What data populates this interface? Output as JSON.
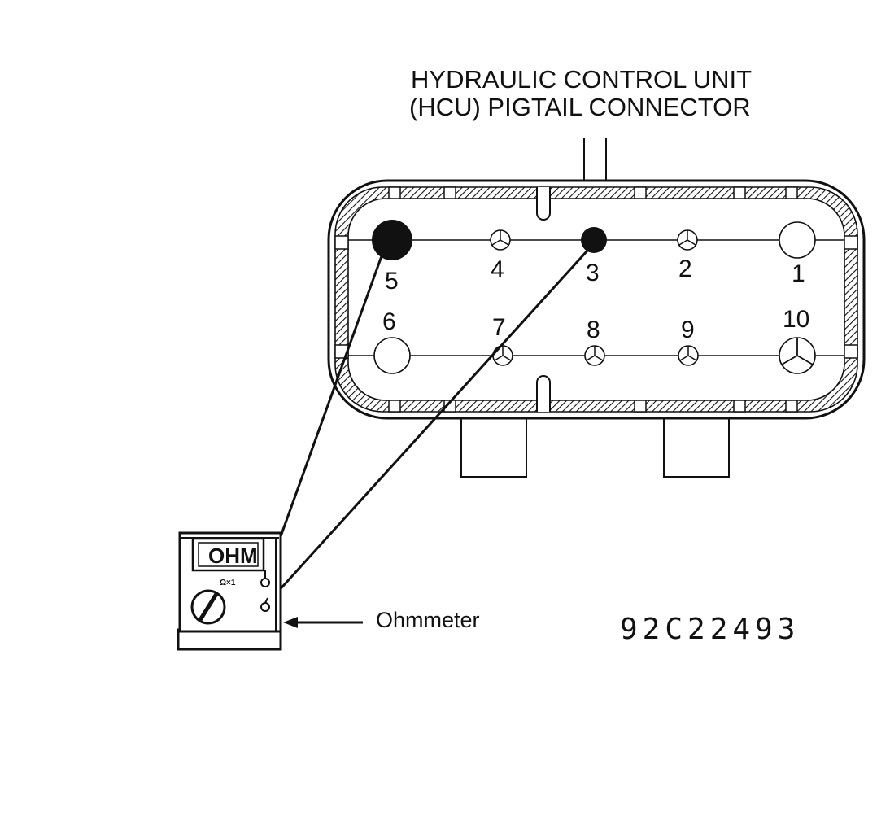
{
  "title_line1": "HYDRAULIC CONTROL UNIT",
  "title_line2": "(HCU) PIGTAIL CONNECTOR",
  "pins": [
    "1",
    "2",
    "3",
    "4",
    "5",
    "6",
    "7",
    "8",
    "9",
    "10"
  ],
  "meter_display": "OHM",
  "meter_scale": "Ω×1",
  "ohmmeter_label": "Ohmmeter",
  "figure_id": "92C22493",
  "colors": {
    "ink": "#111111",
    "paper": "#ffffff"
  },
  "icons": [
    "ohmmeter-icon",
    "pin-terminal-icon",
    "arrow-icon"
  ]
}
